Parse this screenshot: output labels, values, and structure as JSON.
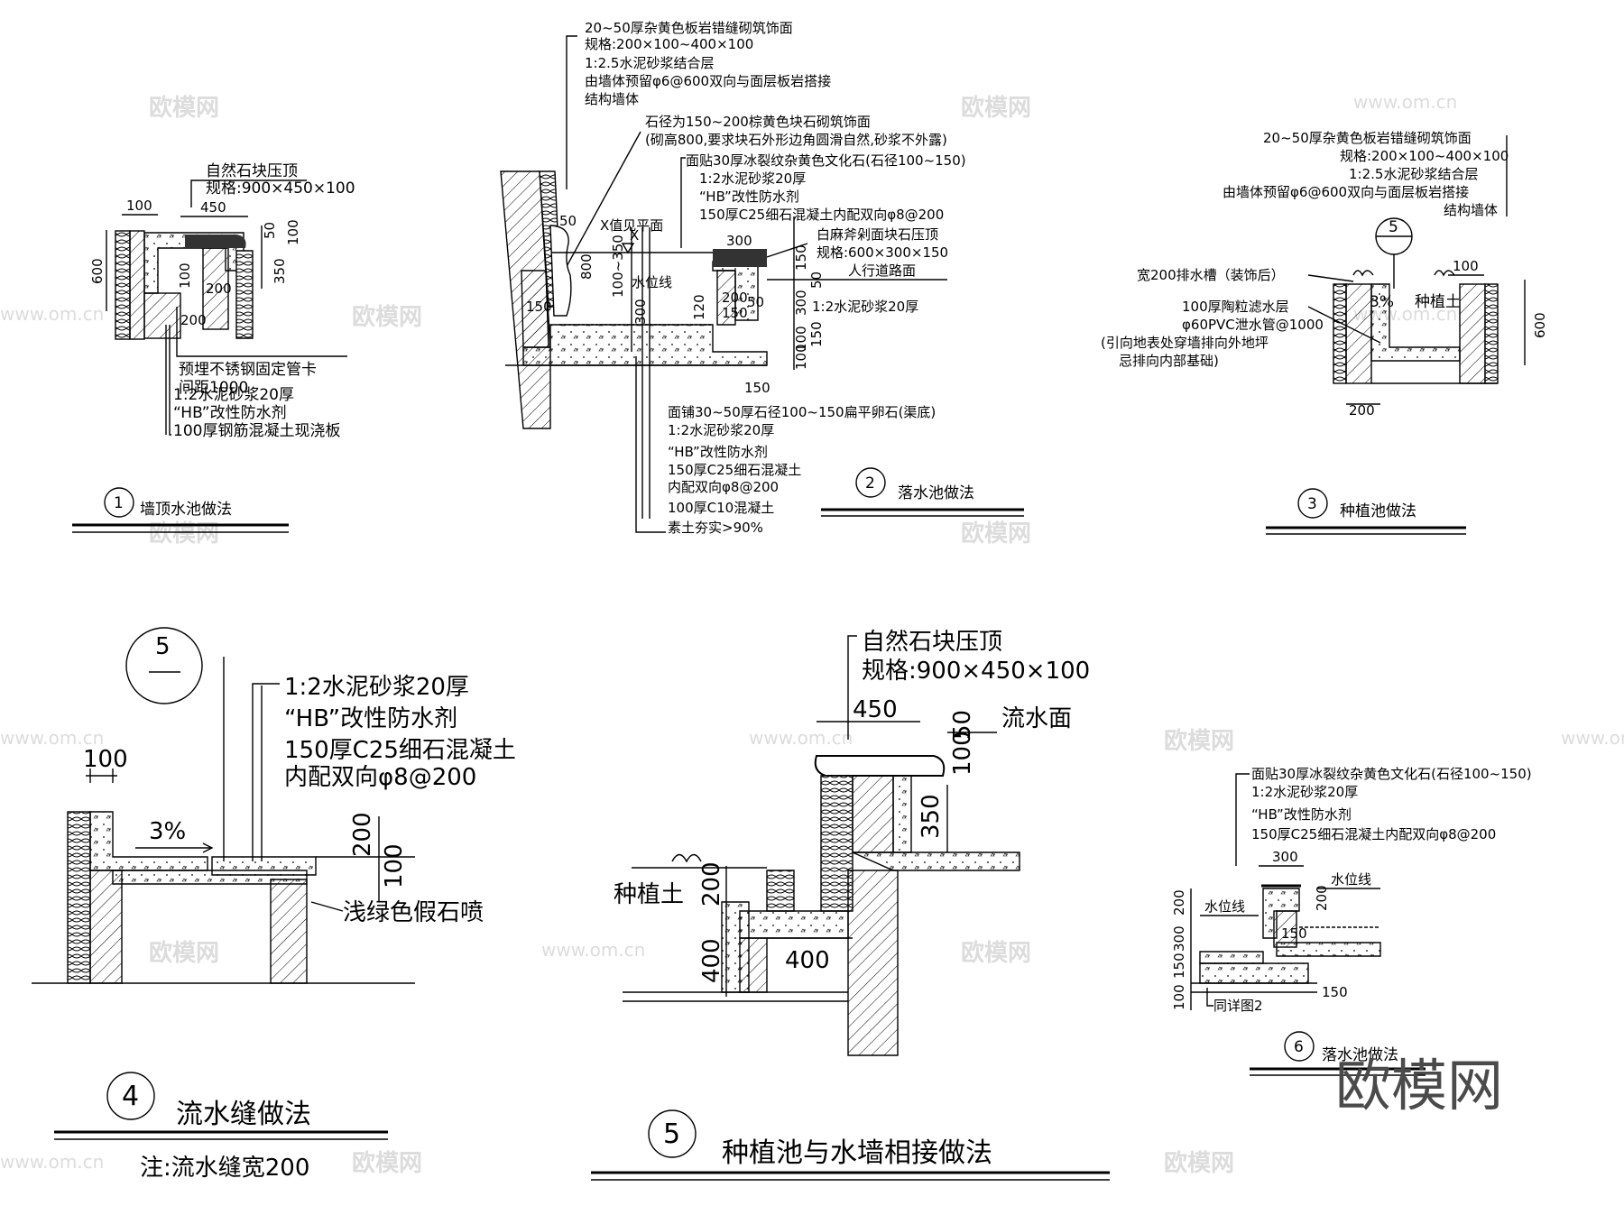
{
  "watermark": {
    "brand": "欧模网",
    "url": "www.om.cn",
    "logo_text": "欧模网"
  },
  "d1": {
    "num": "1",
    "title": "墙顶水池做法",
    "n1": "自然石块压顶",
    "n2": "规格:900×450×100",
    "n3": "预埋不锈钢固定管卡",
    "n4": "间距1000",
    "n5": "1:2水泥砂浆20厚",
    "n6": "“HB”改性防水剂",
    "n7": "100厚钢筋混凝土现浇板",
    "d100": "100",
    "d450": "450",
    "d50": "50",
    "d100b": "100",
    "d600": "600",
    "d100c": "100",
    "d350": "350",
    "d200": "200",
    "d200b": "200"
  },
  "d2": {
    "num": "2",
    "title": "落水池做法",
    "n1": "20~50厚杂黄色板岩错缝砌筑饰面",
    "n2": "规格:200×100~400×100",
    "n3": "1:2.5水泥砂浆结合层",
    "n4": "由墙体预留φ6@600双向与面层板岩搭接",
    "n5": "结构墙体",
    "n6": "石径为150~200棕黄色块石砌筑饰面",
    "n7": "(砌高800,要求块石外形边角圆滑自然,砂浆不外露)",
    "n8": "面贴30厚冰裂纹杂黄色文化石(石径100~150)",
    "n9": "1:2水泥砂浆20厚",
    "n10": "“HB”改性防水剂",
    "n11": "150厚C25细石混凝土内配双向φ8@200",
    "n12": "白麻斧剁面块石压顶",
    "n13": "规格:600×300×150",
    "n14": "人行道路面",
    "n15": "1:2水泥砂浆20厚",
    "n16": "X值见平面",
    "n17": "水位线",
    "b1": "面铺30~50厚石径100~150扁平卵石(渠底)",
    "b2": "1:2水泥砂浆20厚",
    "b3": "“HB”改性防水剂",
    "b4": "150厚C25细石混凝土",
    "b5": "内配双向φ8@200",
    "b6": "100厚C10混凝土",
    "b7": "素土夯实>90%",
    "d50": "50",
    "dX": "X",
    "d300": "300",
    "d800": "800",
    "d100_350": "100~350",
    "d150": "150",
    "d300b": "300",
    "d120": "120",
    "d200": "200",
    "d150b": "150",
    "d50b": "50",
    "d150c": "150",
    "d50c": "50",
    "d300c": "300",
    "d100": "100",
    "d150d": "150",
    "d100b": "100",
    "d150e": "150"
  },
  "d3": {
    "num": "3",
    "title": "种植池做法",
    "n1": "20~50厚杂黄色板岩错缝砌筑饰面",
    "n2": "规格:200×100~400×100",
    "n3": "1:2.5水泥砂浆结合层",
    "n4": "由墙体预留φ6@600双向与面层板岩搭接",
    "n5": "结构墙体",
    "n6": "宽200排水槽（装饰后）",
    "n7": "100厚陶粒滤水层",
    "n8": "φ60PVC泄水管@1000",
    "n9": "(引向地表处穿墙排向外地坪",
    "n10": "忌排向内部基础)",
    "ref": "5",
    "soil": "种植土",
    "slope": "3%",
    "d100": "100",
    "d600": "600",
    "d200": "200"
  },
  "d4": {
    "num": "4",
    "title": "流水缝做法",
    "note": "注:流水缝宽200",
    "ref": "5",
    "n1": "1:2水泥砂浆20厚",
    "n2": "“HB”改性防水剂",
    "n3": "150厚C25细石混凝土",
    "n4": "内配双向φ8@200",
    "n5": "浅绿色假石喷",
    "slope": "3%",
    "d100": "100",
    "d200": "200",
    "d100b": "100"
  },
  "d5": {
    "num": "5",
    "title": "种植池与水墙相接做法",
    "n1": "自然石块压顶",
    "n2": "规格:900×450×100",
    "n3": "流水面",
    "soil": "种植土",
    "d450": "450",
    "d50": "50",
    "d100": "100",
    "d350": "350",
    "d200": "200",
    "d400": "400",
    "d400b": "400"
  },
  "d6": {
    "num": "6",
    "title": "落水池做法",
    "n1": "面贴30厚冰裂纹杂黄色文化石(石径100~150)",
    "n2": "1:2水泥砂浆20厚",
    "n3": "“HB”改性防水剂",
    "n4": "150厚C25细石混凝土内配双向φ8@200",
    "wl1": "水位线",
    "wl2": "水位线",
    "ref": "同详图2",
    "d300": "300",
    "d200": "200",
    "d200b": "200",
    "d150": "150",
    "d300b": "300",
    "d150b": "150",
    "d100": "100",
    "d150c": "150"
  }
}
